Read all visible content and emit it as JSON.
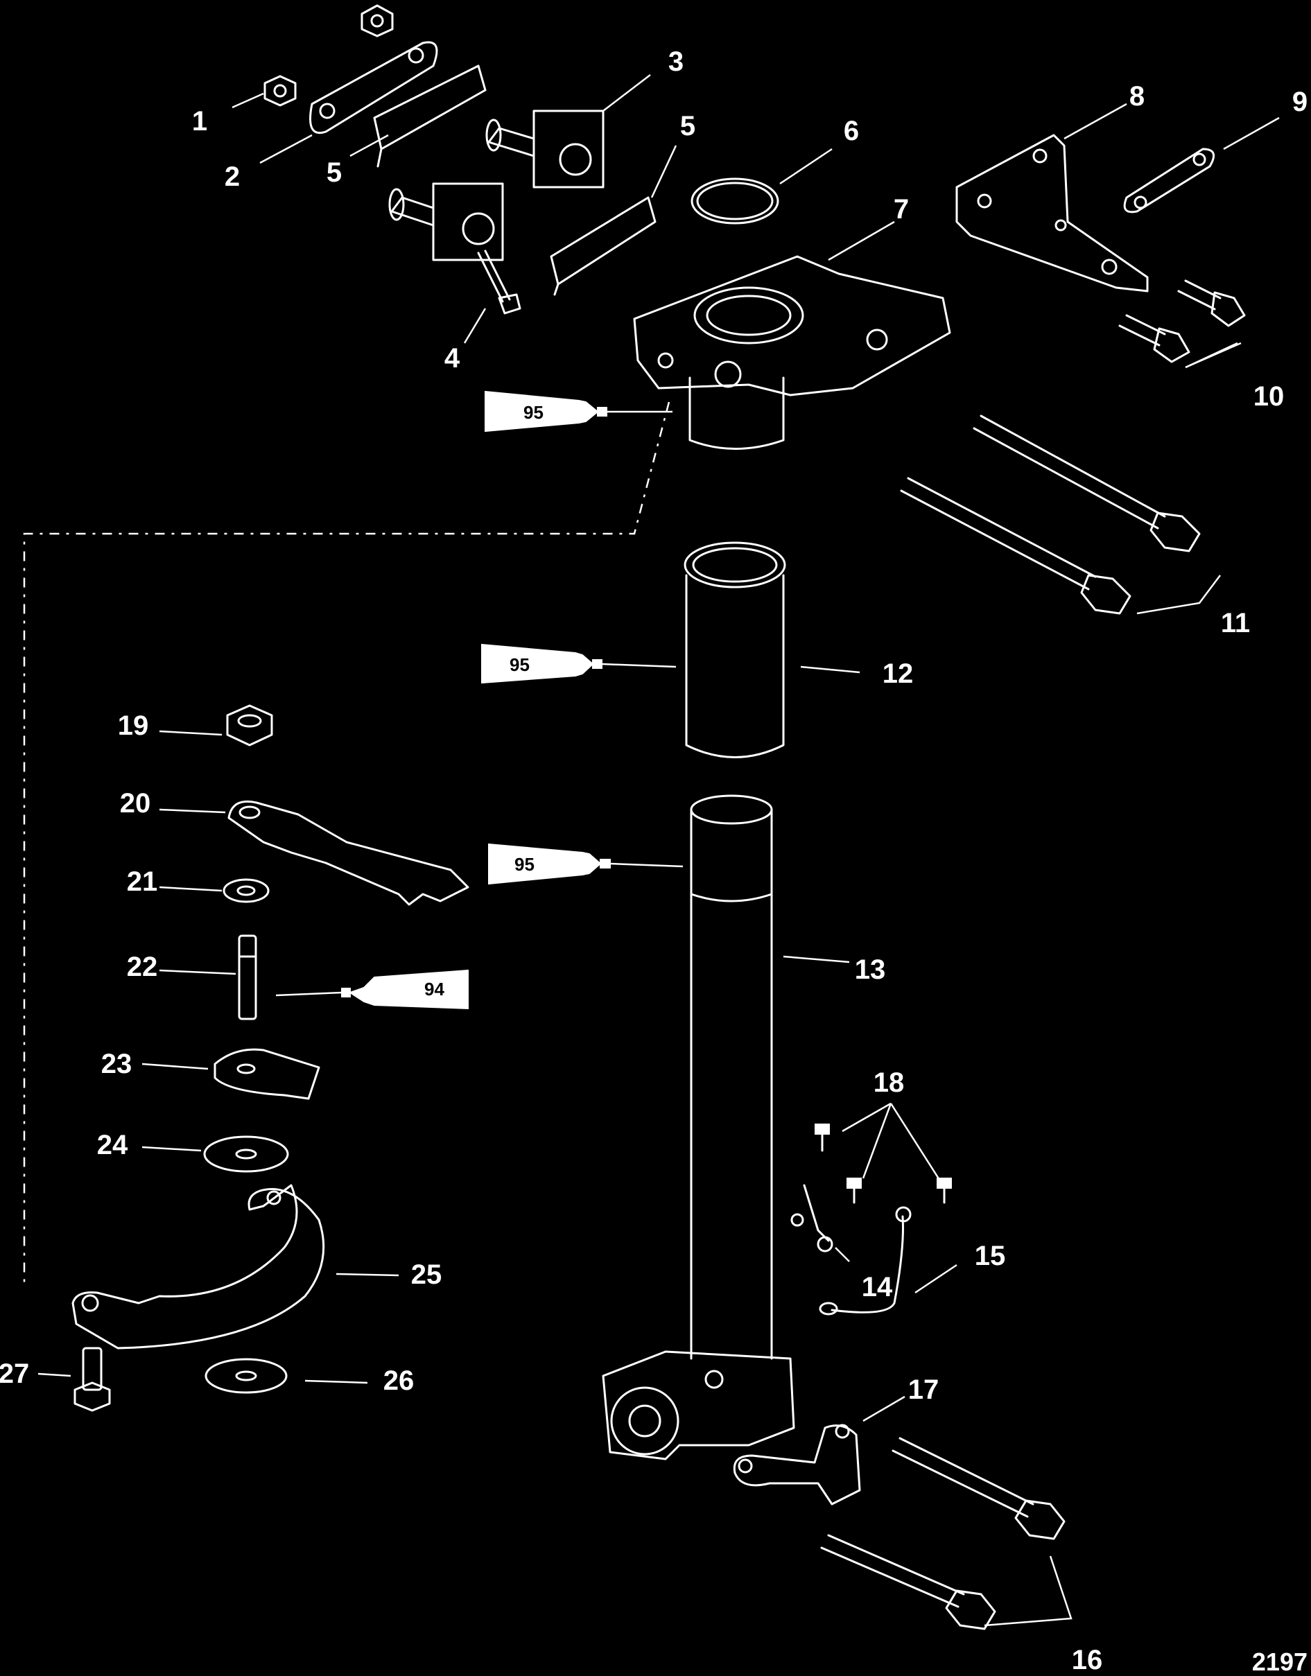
{
  "callouts": [
    "1",
    "2",
    "3",
    "4",
    "5",
    "5",
    "6",
    "7",
    "8",
    "9",
    "10",
    "11",
    "12",
    "13",
    "14",
    "15",
    "16",
    "17",
    "18",
    "19",
    "20",
    "21",
    "22",
    "23",
    "24",
    "25",
    "26",
    "27"
  ],
  "tubes": [
    "95",
    "95",
    "95",
    "94"
  ],
  "figure_number": "2197"
}
